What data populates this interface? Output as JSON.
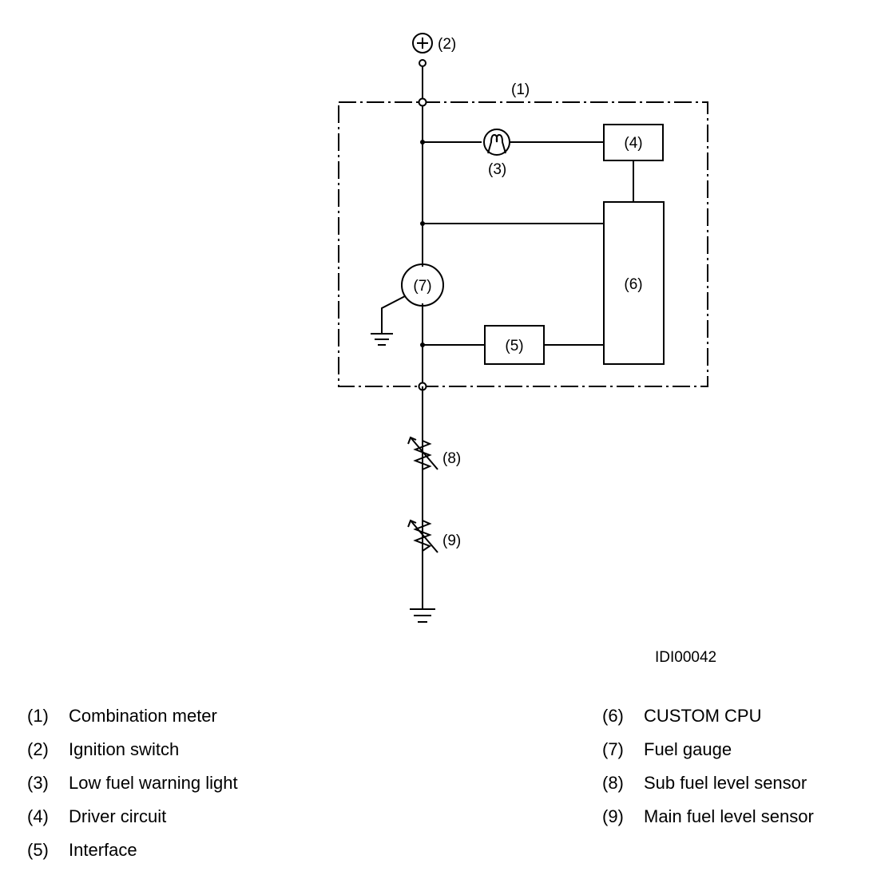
{
  "diagram": {
    "labels": {
      "combination_meter": "(1)",
      "ignition_switch": "(2)",
      "warning_light": "(3)",
      "driver_circuit": "(4)",
      "interface": "(5)",
      "cpu": "(6)",
      "fuel_gauge": "(7)",
      "sub_sensor": "(8)",
      "main_sensor": "(9)"
    },
    "figure_id": "IDI00042"
  },
  "legend": {
    "items": [
      {
        "num": "(1)",
        "text": "Combination meter"
      },
      {
        "num": "(2)",
        "text": "Ignition switch"
      },
      {
        "num": "(3)",
        "text": "Low fuel warning light"
      },
      {
        "num": "(4)",
        "text": "Driver circuit"
      },
      {
        "num": "(5)",
        "text": "Interface"
      },
      {
        "num": "(6)",
        "text": "CUSTOM CPU"
      },
      {
        "num": "(7)",
        "text": "Fuel gauge"
      },
      {
        "num": "(8)",
        "text": "Sub fuel level sensor"
      },
      {
        "num": "(9)",
        "text": "Main fuel level sensor"
      }
    ]
  }
}
